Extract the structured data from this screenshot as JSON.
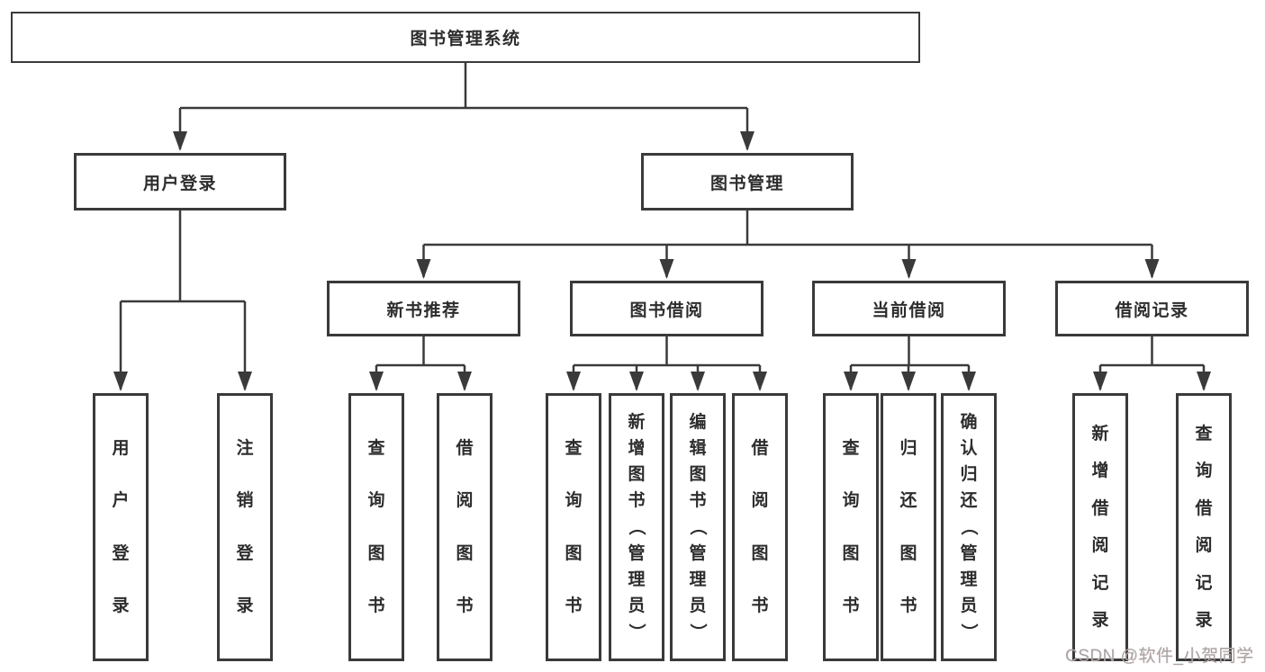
{
  "tree": {
    "root": {
      "label": "图书管理系统",
      "children": [
        {
          "label": "用户登录",
          "children": [
            {
              "label": "用户登录"
            },
            {
              "label": "注销登录"
            }
          ]
        },
        {
          "label": "图书管理",
          "children": [
            {
              "label": "新书推荐",
              "children": [
                {
                  "label": "查询图书"
                },
                {
                  "label": "借阅图书"
                }
              ]
            },
            {
              "label": "图书借阅",
              "children": [
                {
                  "label": "查询图书"
                },
                {
                  "label": "新增图书（管理员）"
                },
                {
                  "label": "编辑图书（管理员）"
                },
                {
                  "label": "借阅图书"
                }
              ]
            },
            {
              "label": "当前借阅",
              "children": [
                {
                  "label": "查询图书"
                },
                {
                  "label": "归还图书"
                },
                {
                  "label": "确认归还（管理员）"
                }
              ]
            },
            {
              "label": "借阅记录",
              "children": [
                {
                  "label": "新增借阅记录"
                },
                {
                  "label": "查询借阅记录"
                }
              ]
            }
          ]
        }
      ]
    }
  },
  "watermark": "CSDN @软件_小贺同学",
  "colors": {
    "line": "#3a3a3a",
    "box_border": "#3a3a3a",
    "text": "#2d2d2d",
    "watermark": "#a6a6a6",
    "background": "#ffffff"
  }
}
